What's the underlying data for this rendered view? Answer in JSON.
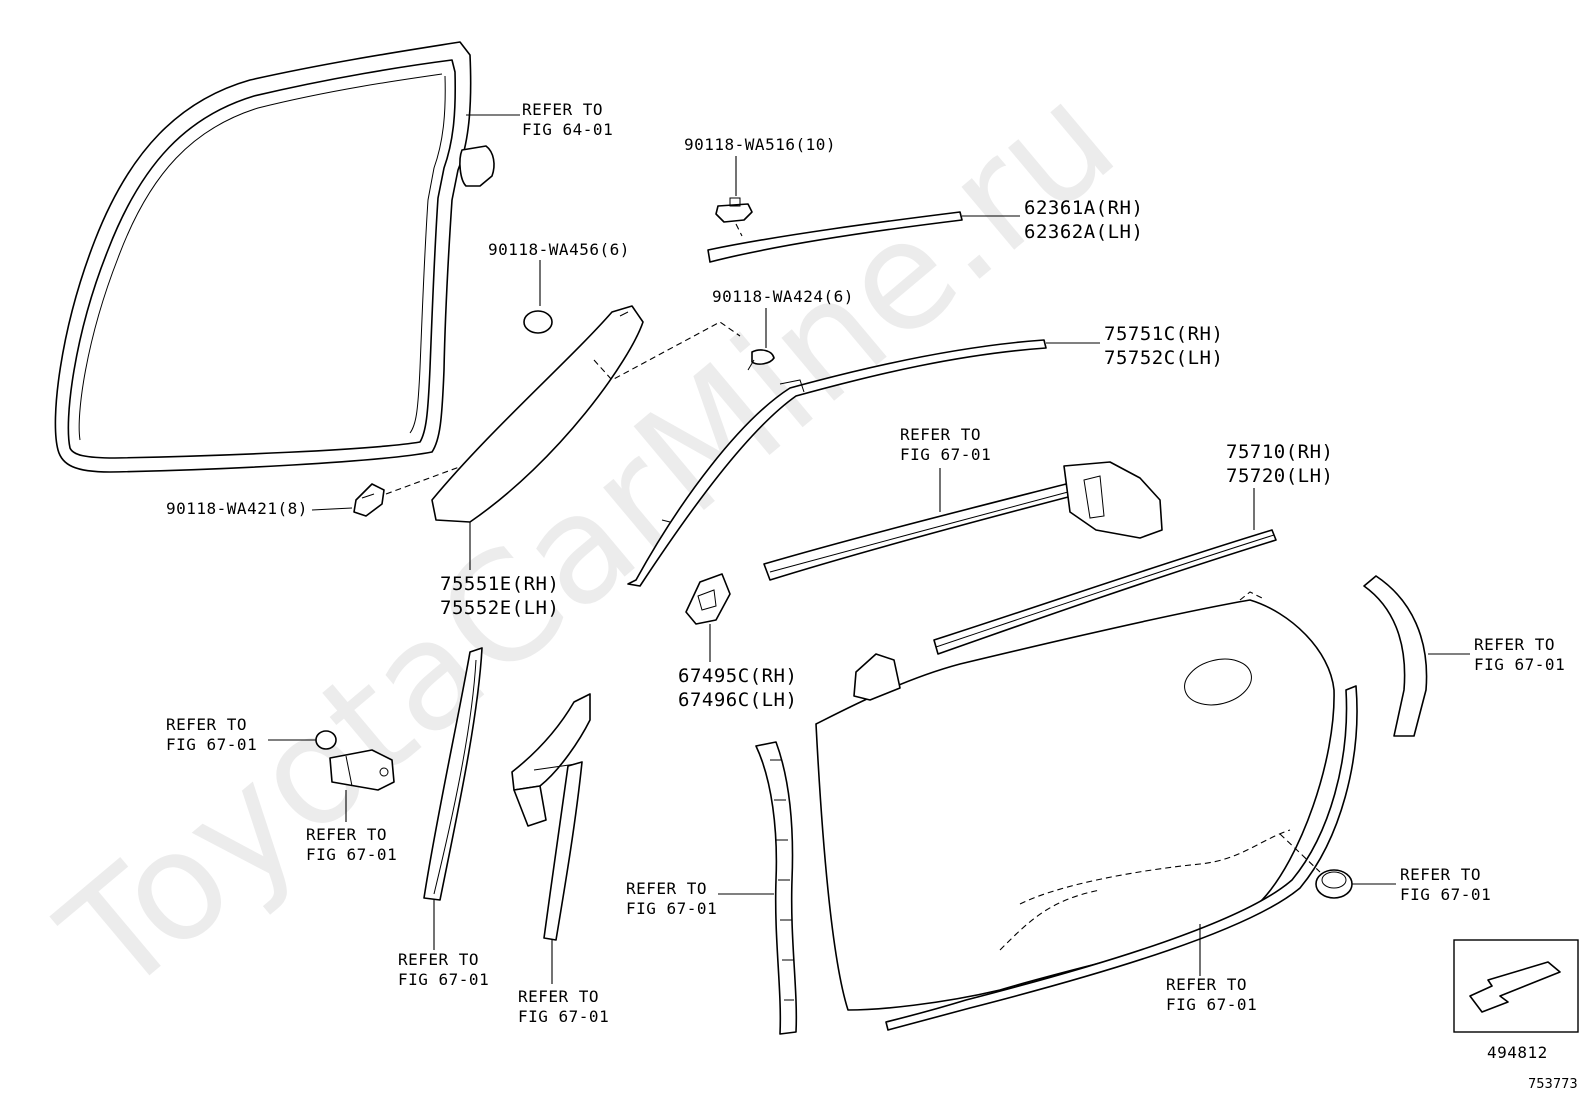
{
  "watermark": "ToyotaCarMine.ru",
  "refer_text": "REFER TO",
  "labels": {
    "ref_64_01": {
      "line1": "REFER TO",
      "line2": "FIG 64-01"
    },
    "p90118_wa516": "90118-WA516(10)",
    "p62361a": {
      "rh": "62361A(RH)",
      "lh": "62362A(LH)"
    },
    "p90118_wa456": "90118-WA456(6)",
    "p90118_wa424": "90118-WA424(6)",
    "p75751c": {
      "rh": "75751C(RH)",
      "lh": "75752C(LH)"
    },
    "p90118_wa421": "90118-WA421(8)",
    "p75551e": {
      "rh": "75551E(RH)",
      "lh": "75552E(LH)"
    },
    "ref_67_01_belt": {
      "line1": "REFER TO",
      "line2": "FIG 67-01"
    },
    "p75710": {
      "rh": "75710(RH)",
      "lh": "75720(LH)"
    },
    "p67495c": {
      "rh": "67495C(RH)",
      "lh": "67496C(LH)"
    },
    "ref_67_01_grommet": {
      "line1": "REFER TO",
      "line2": "FIG 67-01"
    },
    "ref_67_01_bracket": {
      "line1": "REFER TO",
      "line2": "FIG 67-01"
    },
    "ref_67_01_channel": {
      "line1": "REFER TO",
      "line2": "FIG 67-01"
    },
    "ref_67_01_triangle": {
      "line1": "REFER TO",
      "line2": "FIG 67-01"
    },
    "ref_67_01_hinge_side": {
      "line1": "REFER TO",
      "line2": "FIG 67-01"
    },
    "ref_67_01_door_seal": {
      "line1": "REFER TO",
      "line2": "FIG 67-01"
    },
    "ref_67_01_plug": {
      "line1": "REFER TO",
      "line2": "FIG 67-01"
    },
    "ref_67_01_rear_arc": {
      "line1": "REFER TO",
      "line2": "FIG 67-01"
    }
  },
  "direction_box_code": "494812",
  "figure_code": "753773"
}
